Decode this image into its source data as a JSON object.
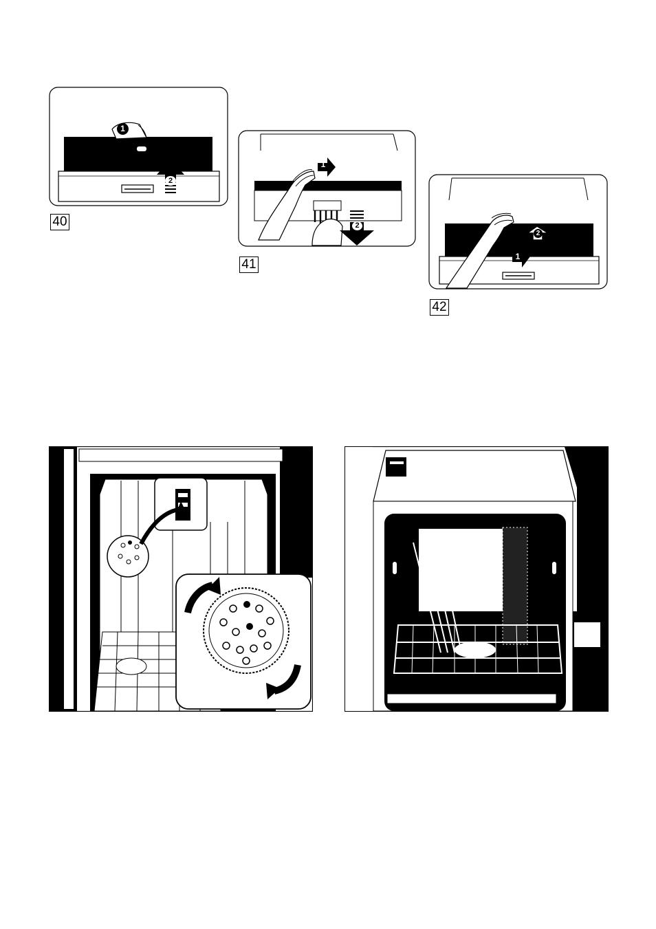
{
  "figures": [
    {
      "id": "fig40",
      "label": "40",
      "badges": [
        "1",
        "2"
      ]
    },
    {
      "id": "fig41",
      "label": "41",
      "badges": [
        "1",
        "2"
      ]
    },
    {
      "id": "fig42",
      "label": "42",
      "badges": [
        "1",
        "2"
      ]
    }
  ],
  "photos": [
    {
      "id": "photo-softener",
      "icon": "water-softener-dial-icon"
    },
    {
      "id": "photo-dishwasher",
      "icon": "dishwasher-open-icon"
    }
  ]
}
